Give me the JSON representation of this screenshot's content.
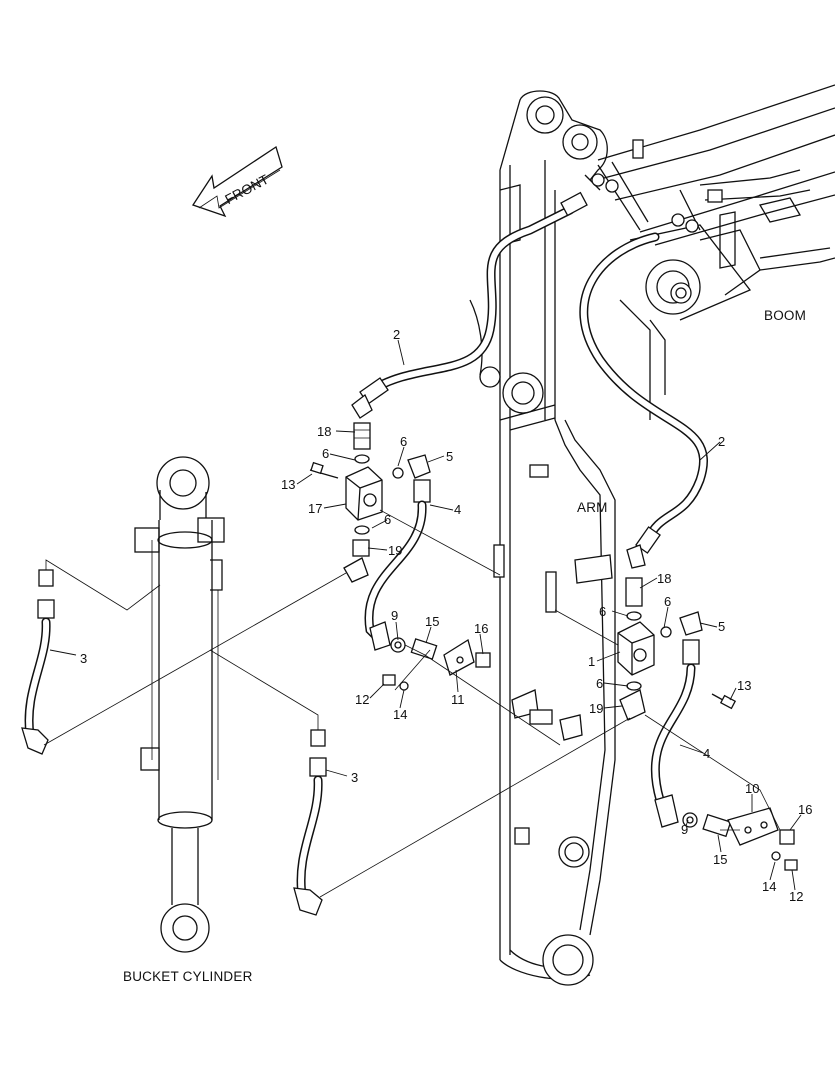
{
  "labels": {
    "front": "FRONT",
    "boom": "BOOM",
    "arm": "ARM",
    "bucket_cylinder": "BUCKET CYLINDER"
  },
  "callouts": {
    "c1": "1",
    "c2a": "2",
    "c2b": "2",
    "c3a": "3",
    "c3b": "3",
    "c4a": "4",
    "c4b": "4",
    "c5a": "5",
    "c5b": "5",
    "c6a": "6",
    "c6b": "6",
    "c6c": "6",
    "c6d": "6",
    "c6e": "6",
    "c9a": "9",
    "c9b": "9",
    "c10": "10",
    "c11": "11",
    "c12a": "12",
    "c12b": "12",
    "c13a": "13",
    "c13b": "13",
    "c14a": "14",
    "c14b": "14",
    "c15a": "15",
    "c15b": "15",
    "c16a": "16",
    "c16b": "16",
    "c17": "17",
    "c18a": "18",
    "c18b": "18",
    "c19a": "19",
    "c19b": "19"
  }
}
